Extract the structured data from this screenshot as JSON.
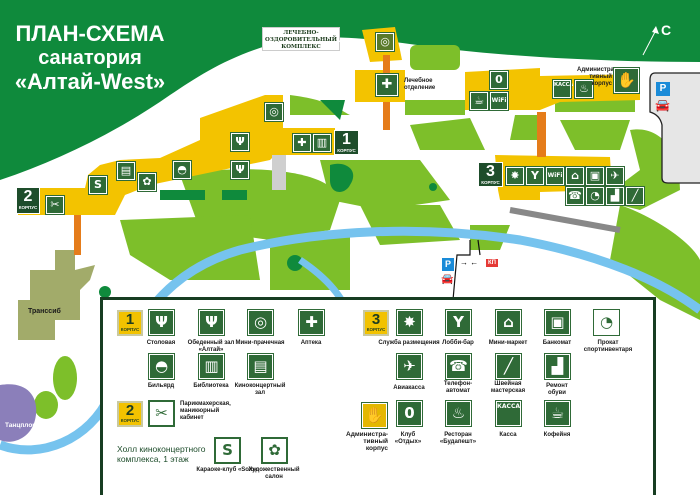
{
  "title": {
    "line1": "ПЛАН-СХЕМА",
    "line2": "санатория",
    "line3": "«Алтай-West»"
  },
  "compass": {
    "north_label": "С"
  },
  "map_labels": {
    "health_complex": "ЛЕЧЕБНО-ОЗДОРОВИТЕЛЬНЫЙ КОМПЛЕКС",
    "treatment_dept": "Лечебное отделение",
    "admin_building": "Администра-тивный корпус",
    "transsib": "Транссиб",
    "dance_floor": "Танцплощадка",
    "parking": "P",
    "checkpoint": "КП",
    "corpus_word": "КОРПУС",
    "corpus1": "1",
    "corpus2": "2",
    "corpus3": "3",
    "kassa": "КАССА"
  },
  "legend": {
    "corpus1": {
      "num": "1",
      "word": "КОРПУС",
      "items": [
        "Столовая",
        "Обеденный зал «Алтай»",
        "Мини-прачечная",
        "Аптека",
        "Бильярд",
        "Библиотека",
        "Киноконцертный зал"
      ]
    },
    "corpus2": {
      "num": "2",
      "word": "КОРПУС",
      "items": [
        "Парикмахерская, маникюрный кабинет"
      ]
    },
    "hall": {
      "title": "Холл киноконцертного комплекса, 1 этаж",
      "items": [
        "Караоке-клуб «Solo»",
        "Художественный салон"
      ]
    },
    "corpus3": {
      "num": "3",
      "word": "КОРПУС",
      "items": [
        "Служба размещения",
        "Лобби-бар",
        "Мини-маркет",
        "Банкомат",
        "Прокат спортинвентаря",
        "Авиакасса",
        "Телефон-автомат",
        "Швейная мастерская",
        "Ремонт обуви"
      ]
    },
    "admin": {
      "label": "Администра-тивный корпус",
      "items": [
        "Клуб «Отдых»",
        "Ресторан «Будапешт»",
        "Касса",
        "Кофейня"
      ]
    }
  },
  "colors": {
    "dark_green": "#0f8a3c",
    "building": "#f3c300",
    "lawn": "#7dbf2a",
    "river": "#76c3ee",
    "icon": "#2f6a37",
    "connector": "#e57c1a"
  }
}
